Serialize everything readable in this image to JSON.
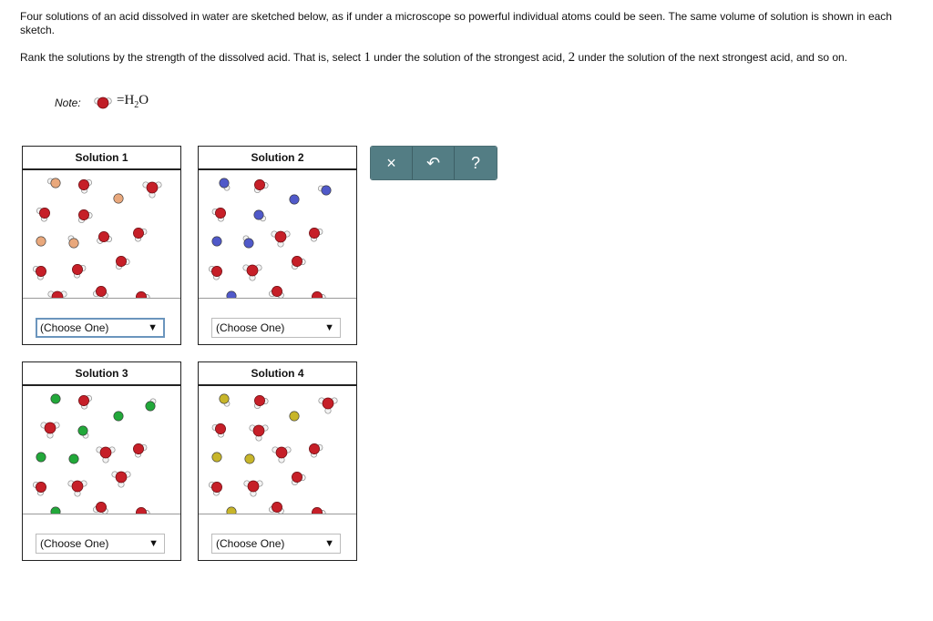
{
  "instructions": {
    "p1": "Four solutions of an acid dissolved in water are sketched below, as if under a microscope so powerful individual atoms could be seen. The same volume of solution is shown in each sketch.",
    "p2_a": "Rank the solutions by the strength of the dissolved acid. That is, select ",
    "p2_num1": "1",
    "p2_b": " under the solution of the strongest acid, ",
    "p2_num2": "2",
    "p2_c": " under the solution of the next strongest acid, and so on."
  },
  "note": {
    "label": "Note:",
    "equals": "=H",
    "sub": "2",
    "o": "O"
  },
  "panels": [
    {
      "title": "Solution 1",
      "select": "(Choose One)",
      "ion_color": "#e9a87c"
    },
    {
      "title": "Solution 2",
      "select": "(Choose One)",
      "ion_color": "#5059c9"
    },
    {
      "title": "Solution 3",
      "select": "(Choose One)",
      "ion_color": "#22a83a"
    },
    {
      "title": "Solution 4",
      "select": "(Choose One)",
      "ion_color": "#c7b52a"
    }
  ],
  "toolbar": {
    "clear": "×",
    "undo": "↶",
    "help": "?"
  },
  "select_arrow": "▼"
}
